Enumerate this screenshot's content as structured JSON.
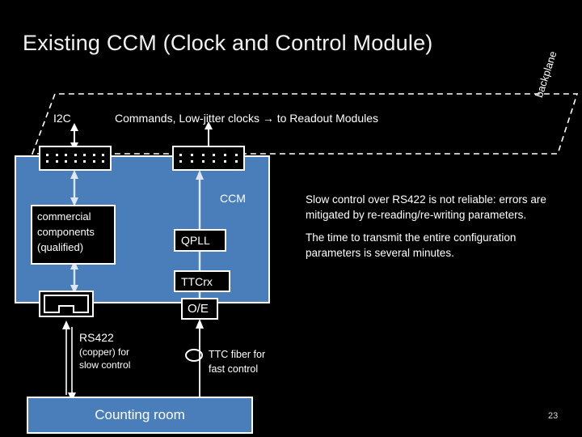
{
  "slide": {
    "title": "Existing CCM (Clock and Control Module)",
    "page_number": "23",
    "background_color": "#000000",
    "accent_color": "#4a7ebb",
    "line_color": "#ffffff"
  },
  "backplane": {
    "label": "backplane",
    "style": "dashed-parallelogram"
  },
  "bus_labels": {
    "i2c": "I2C",
    "commands": "Commands, Low-jitter clocks → to Readout Modules"
  },
  "connectors": [
    {
      "name": "i2c-connector",
      "rows": 2,
      "pins_per_row": 7
    },
    {
      "name": "clock-connector",
      "rows": 2,
      "pins_per_row": 6
    }
  ],
  "board": {
    "label": "CCM",
    "blocks": [
      {
        "id": "commercial",
        "label": "commercial\ncomponents\n(qualified)"
      },
      {
        "id": "qpll",
        "label": "QPLL"
      },
      {
        "id": "ttcrx",
        "label": "TTCrx"
      },
      {
        "id": "oe",
        "label": "O/E"
      }
    ],
    "connector_icon": "rj45-jack-icon"
  },
  "links": {
    "rs422_title": "RS422",
    "rs422_detail": "(copper) for\nslow control",
    "ttc_fiber": "TTC fiber for\nfast control"
  },
  "counting_room": {
    "label": "Counting room"
  },
  "notes": {
    "paragraph_1": "Slow control over RS422 is not reliable: errors are mitigated by re-reading/re-writing parameters.",
    "paragraph_2": "The time to transmit the entire configuration parameters is several minutes."
  }
}
